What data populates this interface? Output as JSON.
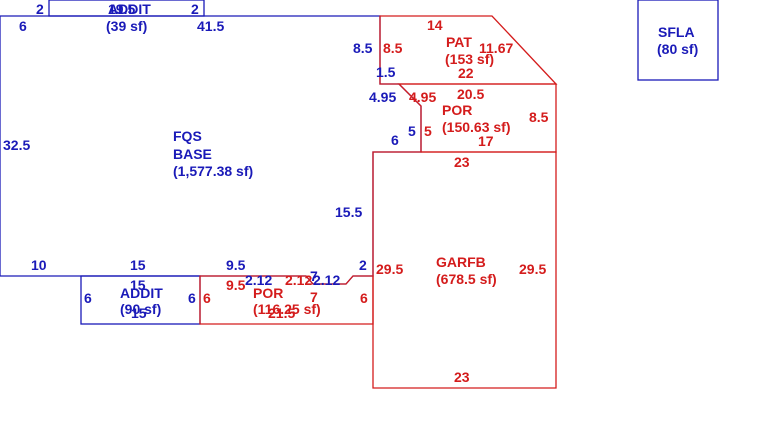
{
  "colors": {
    "base": "#1a1ab8",
    "garage": "#d41c1c"
  },
  "areas": {
    "top_addit": {
      "name": "ADDIT",
      "area": "(39 sf)"
    },
    "fqs_base": {
      "name1": "FQS",
      "name2": "BASE",
      "area": "(1,577.38 sf)"
    },
    "pat": {
      "name": "PAT",
      "area": "(153 sf)"
    },
    "por_right": {
      "name": "POR",
      "area": "(150.63 sf)"
    },
    "garfb": {
      "name": "GARFB",
      "area": "(678.5 sf)"
    },
    "bottom_addit": {
      "name": "ADDIT",
      "area": "(90 sf)"
    },
    "por_bottom": {
      "name": "POR",
      "area": "(116.25 sf)"
    },
    "sfla": {
      "name": "SFLA",
      "area": "(80 sf)"
    }
  },
  "dims": {
    "top_addit_left": "2",
    "top_addit_top": "19.5",
    "top_addit_right": "2",
    "base_6": "6",
    "base_41_5": "41.5",
    "base_32_5": "32.5",
    "base_8_5": "8.5",
    "base_1_5": "1.5",
    "base_4_95": "4.95",
    "base_5": "5",
    "base_6b": "6",
    "base_15_5": "15.5",
    "base_2": "2",
    "base_10": "10",
    "base_15": "15",
    "base_9_5": "9.5",
    "base_2_12a": "2.12",
    "base_7": "7",
    "base_2_12b": "2.12",
    "pat_14": "14",
    "pat_8_5": "8.5",
    "pat_11_67": "11.67",
    "pat_22": "22",
    "por_20_5": "20.5",
    "por_4_95": "4.95",
    "por_5": "5",
    "por_8_5": "8.5",
    "por_17": "17",
    "gar_23_top": "23",
    "gar_29_5_left": "29.5",
    "gar_29_5_right": "29.5",
    "gar_23_bottom": "23",
    "gar_6": "6",
    "addit_15": "15",
    "addit_6_left": "6",
    "addit_6_right": "6",
    "addit_15_bottom": "15",
    "porb_6": "6",
    "porb_9_5": "9.5",
    "porb_2_12": "2.12",
    "porb_7": "7",
    "porb_21_5": "21.5"
  }
}
